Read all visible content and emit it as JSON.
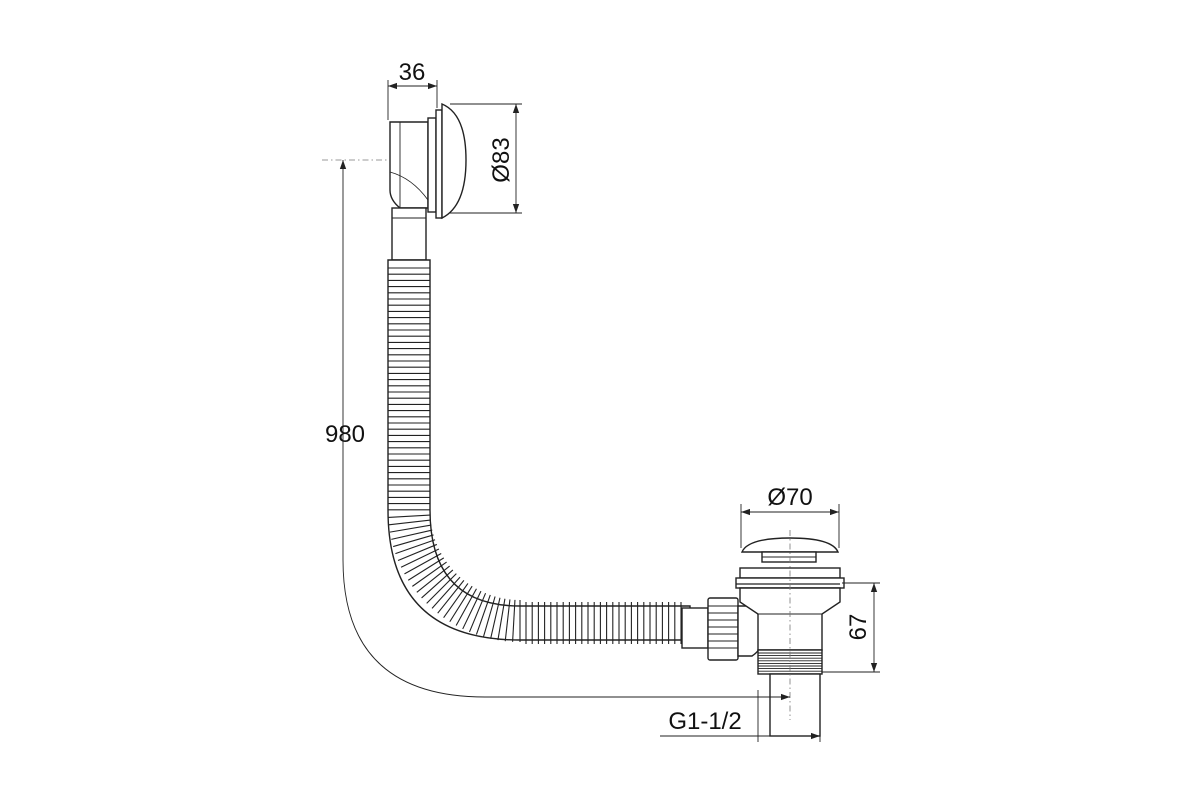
{
  "dimensions": {
    "overflow_depth": "36",
    "overflow_diameter": "Ø83",
    "hose_length": "980",
    "drain_diameter": "Ø70",
    "drain_height": "67",
    "drain_thread": "G1-1/2"
  }
}
